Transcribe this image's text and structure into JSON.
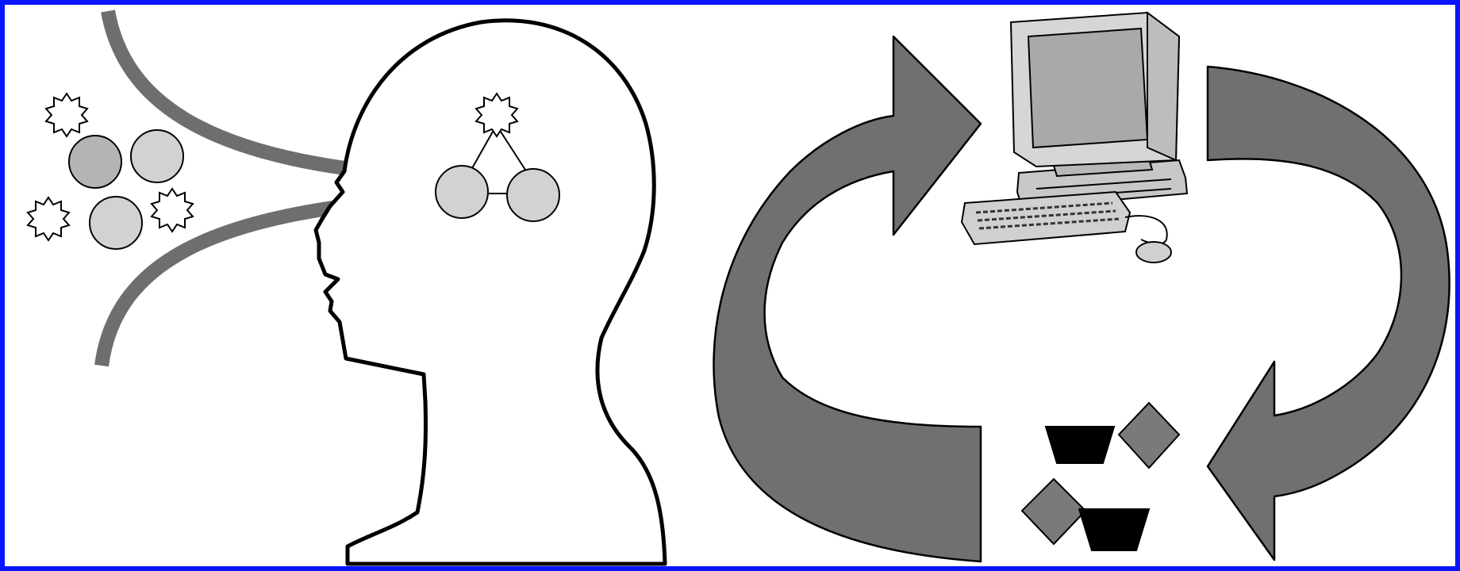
{
  "colors": {
    "border": "#0a14ff",
    "background": "#ffffff",
    "outline": "#000000",
    "flow_band": "#6e6e6e",
    "arrow_fill": "#707070",
    "node_light": "#d2d2d2",
    "node_mid": "#b4b4b4",
    "diamond": "#7a7a7a",
    "trapezoid": "#000000",
    "computer_body": "#c8c8c8",
    "computer_screen": "#a9a9a9"
  },
  "icons": {
    "head": "human-head-profile-icon",
    "funnel": "input-funnel-icon",
    "computer": "desktop-computer-icon",
    "cycle": "circular-arrows-icon",
    "shapes": "shape-tokens-icon"
  },
  "counts": {
    "floating_starbursts": 4,
    "floating_circles": 3,
    "head_nodes": 3,
    "cycle_arrows": 2,
    "diamonds": 2,
    "trapezoids": 2
  }
}
